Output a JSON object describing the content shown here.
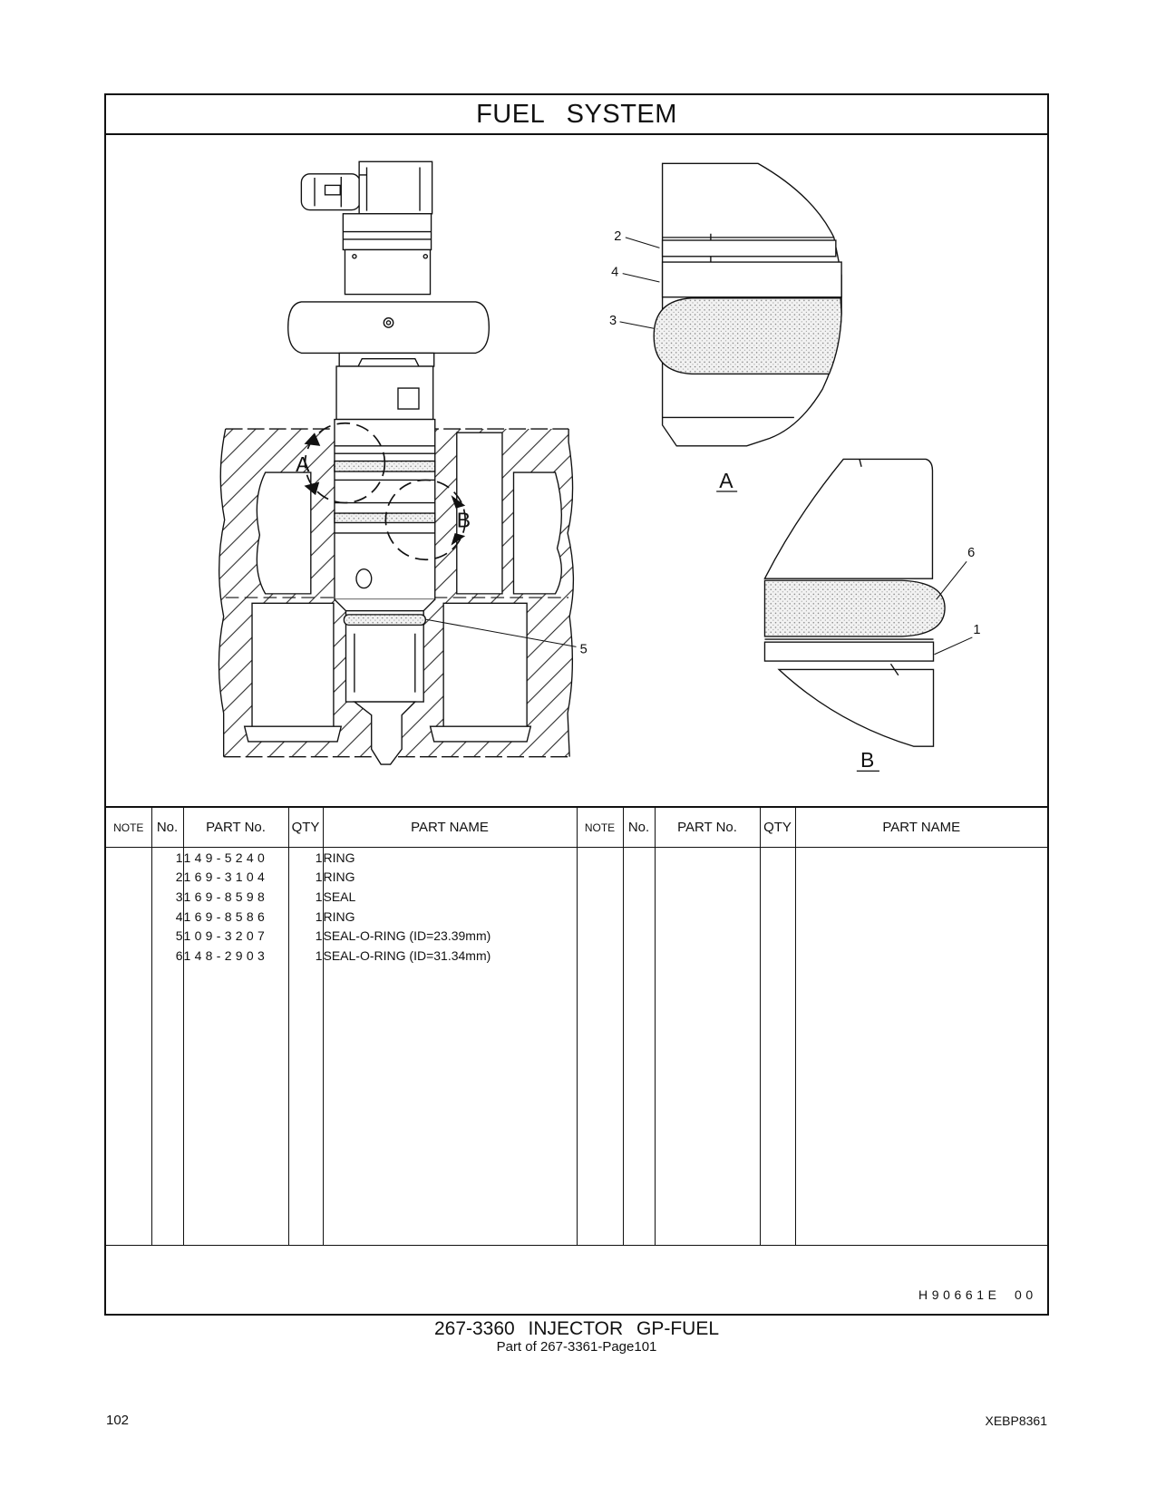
{
  "header": {
    "title": "FUEL SYSTEM"
  },
  "illustration": {
    "callouts": {
      "c1": "1",
      "c2": "2",
      "c3": "3",
      "c4": "4",
      "c5": "5",
      "c6": "6"
    },
    "main_view_labels": {
      "a": "A",
      "b": "B"
    },
    "detail_labels": {
      "a": "A",
      "b": "B"
    }
  },
  "parts_table": {
    "columns": [
      "NOTE",
      "No.",
      "PART No.",
      "QTY",
      "PART NAME",
      "NOTE",
      "No.",
      "PART No.",
      "QTY",
      "PART NAME"
    ],
    "rows": [
      {
        "note": "",
        "no": "1",
        "part_no": "149-5240",
        "qty": "1",
        "part_name": "RING"
      },
      {
        "note": "",
        "no": "2",
        "part_no": "169-3104",
        "qty": "1",
        "part_name": "RING"
      },
      {
        "note": "",
        "no": "3",
        "part_no": "169-8598",
        "qty": "1",
        "part_name": "SEAL"
      },
      {
        "note": "",
        "no": "4",
        "part_no": "169-8586",
        "qty": "1",
        "part_name": "RING"
      },
      {
        "note": "",
        "no": "5",
        "part_no": "109-3207",
        "qty": "1",
        "part_name": "SEAL-O-RING (ID=23.39mm)"
      },
      {
        "note": "",
        "no": "6",
        "part_no": "148-2903",
        "qty": "1",
        "part_name": "SEAL-O-RING (ID=31.34mm)"
      }
    ]
  },
  "drawing_code": {
    "id": "H90661E",
    "revision": "00"
  },
  "footer": {
    "assembly_title": "267-3360 INJECTOR GP-FUEL",
    "subtitle": "Part of 267-3361-Page101",
    "page_number": "102",
    "document_code": "XEBP8361"
  }
}
